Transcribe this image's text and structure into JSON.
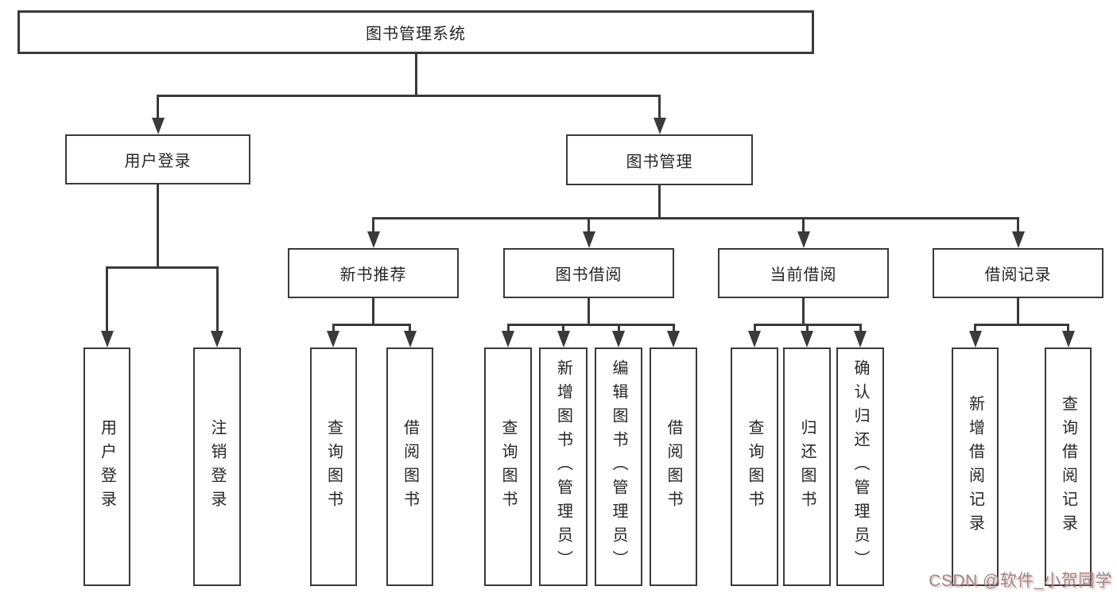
{
  "diagram": {
    "root": "图书管理系统",
    "level2": [
      "用户登录",
      "图书管理"
    ],
    "level3": [
      "新书推荐",
      "图书借阅",
      "当前借阅",
      "借阅记录"
    ],
    "level4": {
      "user_login": [
        "用户登录",
        "注销登录"
      ],
      "new_book_recommend": [
        "查询图书",
        "借阅图书"
      ],
      "book_borrow": [
        "查询图书",
        "新增图书（管理员）",
        "编辑图书（管理员）",
        "借阅图书"
      ],
      "current_borrow": [
        "查询图书",
        "归还图书",
        "确认归还（管理员）"
      ],
      "borrow_record": [
        "新增借阅记录",
        "查询借阅记录"
      ]
    }
  },
  "watermark": "CSDN @软件_小贺同学",
  "colors": {
    "line": "#3a3a3a",
    "text": "#262626",
    "background": "#ffffff",
    "watermark_gray": "#8f8f8f",
    "watermark_shadow_pink": "#ffb3b3"
  }
}
